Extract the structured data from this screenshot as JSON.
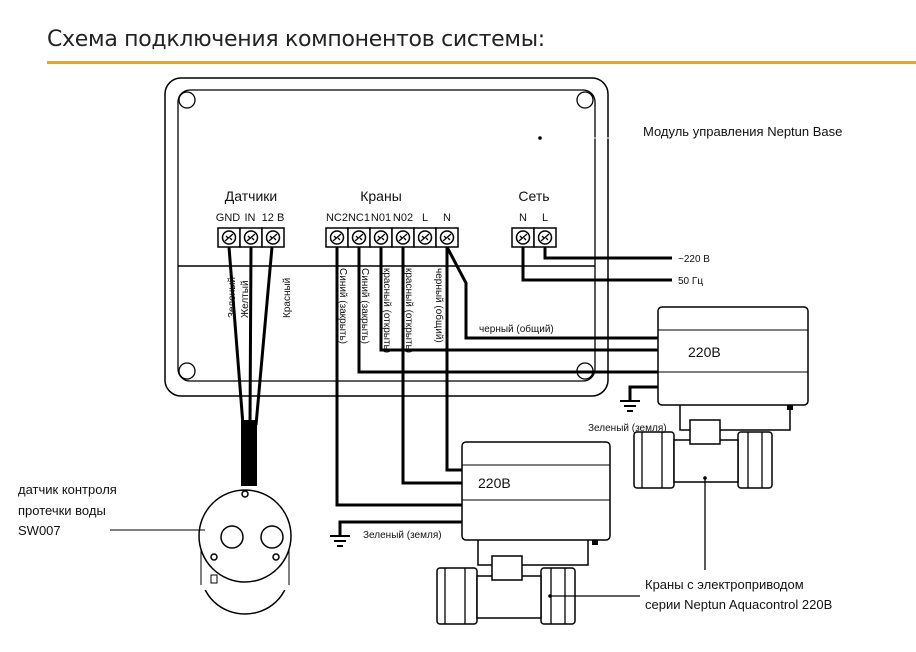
{
  "title": "Схема подключения компонентов системы:",
  "accent_color": "#f0a800",
  "module": {
    "label": "Модуль управления Neptun Base",
    "groups": {
      "sensors": {
        "title": "Датчики",
        "pins": [
          "GND",
          "IN",
          "12 В"
        ]
      },
      "valves": {
        "title": "Краны",
        "pins": [
          "NC2",
          "NC1",
          "N01",
          "N02",
          "L",
          "N"
        ]
      },
      "network": {
        "title": "Сеть",
        "pins": [
          "N",
          "L"
        ]
      }
    }
  },
  "wires": {
    "sensor": [
      "Зеленый",
      "Желтый",
      "Красный"
    ],
    "valve": [
      "Синий (закрыть)",
      "Синий (закрыть)",
      "красный (открыть)",
      "красный (открыть)",
      "черный (общий)"
    ],
    "common": "черный (общий)",
    "ground": "Зеленый (земля)"
  },
  "power": {
    "voltage": "~220 В",
    "frequency": "50 Гц"
  },
  "actuator_label": "220В",
  "sensor_device": {
    "lines": [
      "датчик контроля",
      "протечки воды",
      "SW007"
    ]
  },
  "valves_caption": {
    "lines": [
      "Краны с электроприводом",
      "серии Neptun Aquacontrol 220В"
    ]
  }
}
